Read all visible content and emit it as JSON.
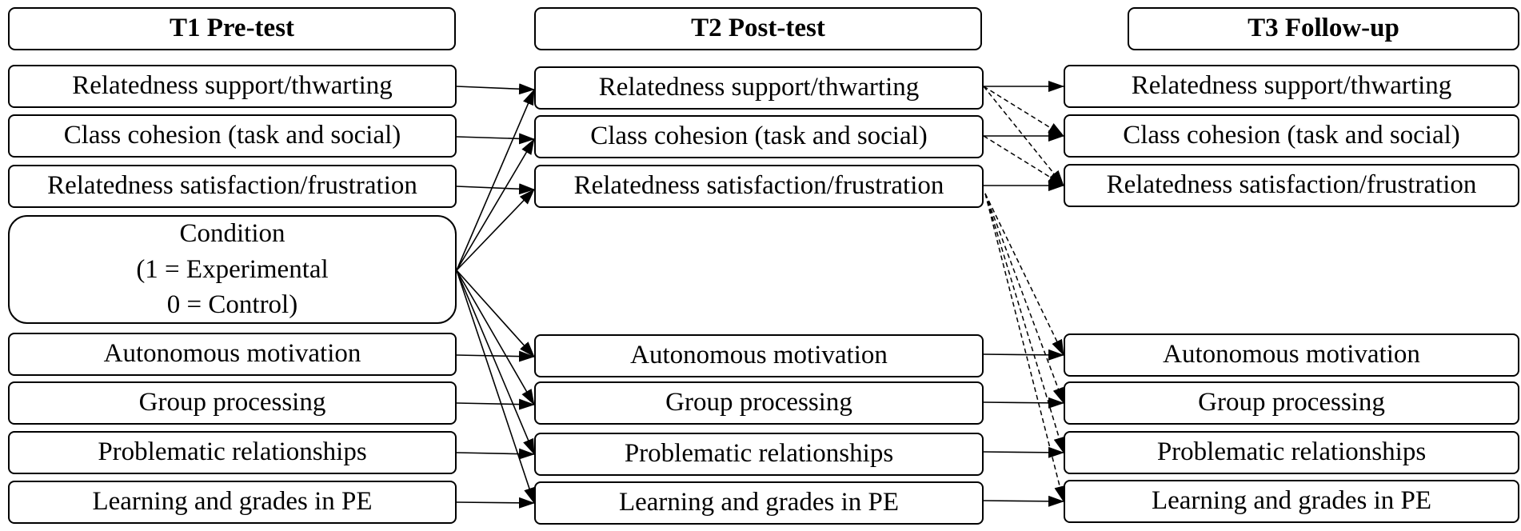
{
  "headers": {
    "t1": "T1 Pre-test",
    "t2": "T2 Post-test",
    "t3": "T3 Follow-up"
  },
  "t1": {
    "relatedness_support": "Relatedness support/thwarting",
    "class_cohesion": "Class cohesion (task and social)",
    "relatedness_satisfaction": "Relatedness satisfaction/frustration",
    "condition": {
      "line1": "Condition",
      "line2": "(1 = Experimental",
      "line3": "0 = Control)"
    },
    "autonomous_motivation": "Autonomous motivation",
    "group_processing": "Group processing",
    "problematic_relationships": "Problematic relationships",
    "learning_grades": "Learning and grades in PE"
  },
  "t2": {
    "relatedness_support": "Relatedness support/thwarting",
    "class_cohesion": "Class cohesion (task and social)",
    "relatedness_satisfaction": "Relatedness satisfaction/frustration",
    "autonomous_motivation": "Autonomous motivation",
    "group_processing": "Group processing",
    "problematic_relationships": "Problematic relationships",
    "learning_grades": "Learning and grades in PE"
  },
  "t3": {
    "relatedness_support": "Relatedness support/thwarting",
    "class_cohesion": "Class cohesion (task and social)",
    "relatedness_satisfaction": "Relatedness satisfaction/frustration",
    "autonomous_motivation": "Autonomous motivation",
    "group_processing": "Group processing",
    "problematic_relationships": "Problematic relationships",
    "learning_grades": "Learning and grades in PE"
  },
  "colors": {
    "stroke": "#000000",
    "background": "#ffffff"
  }
}
